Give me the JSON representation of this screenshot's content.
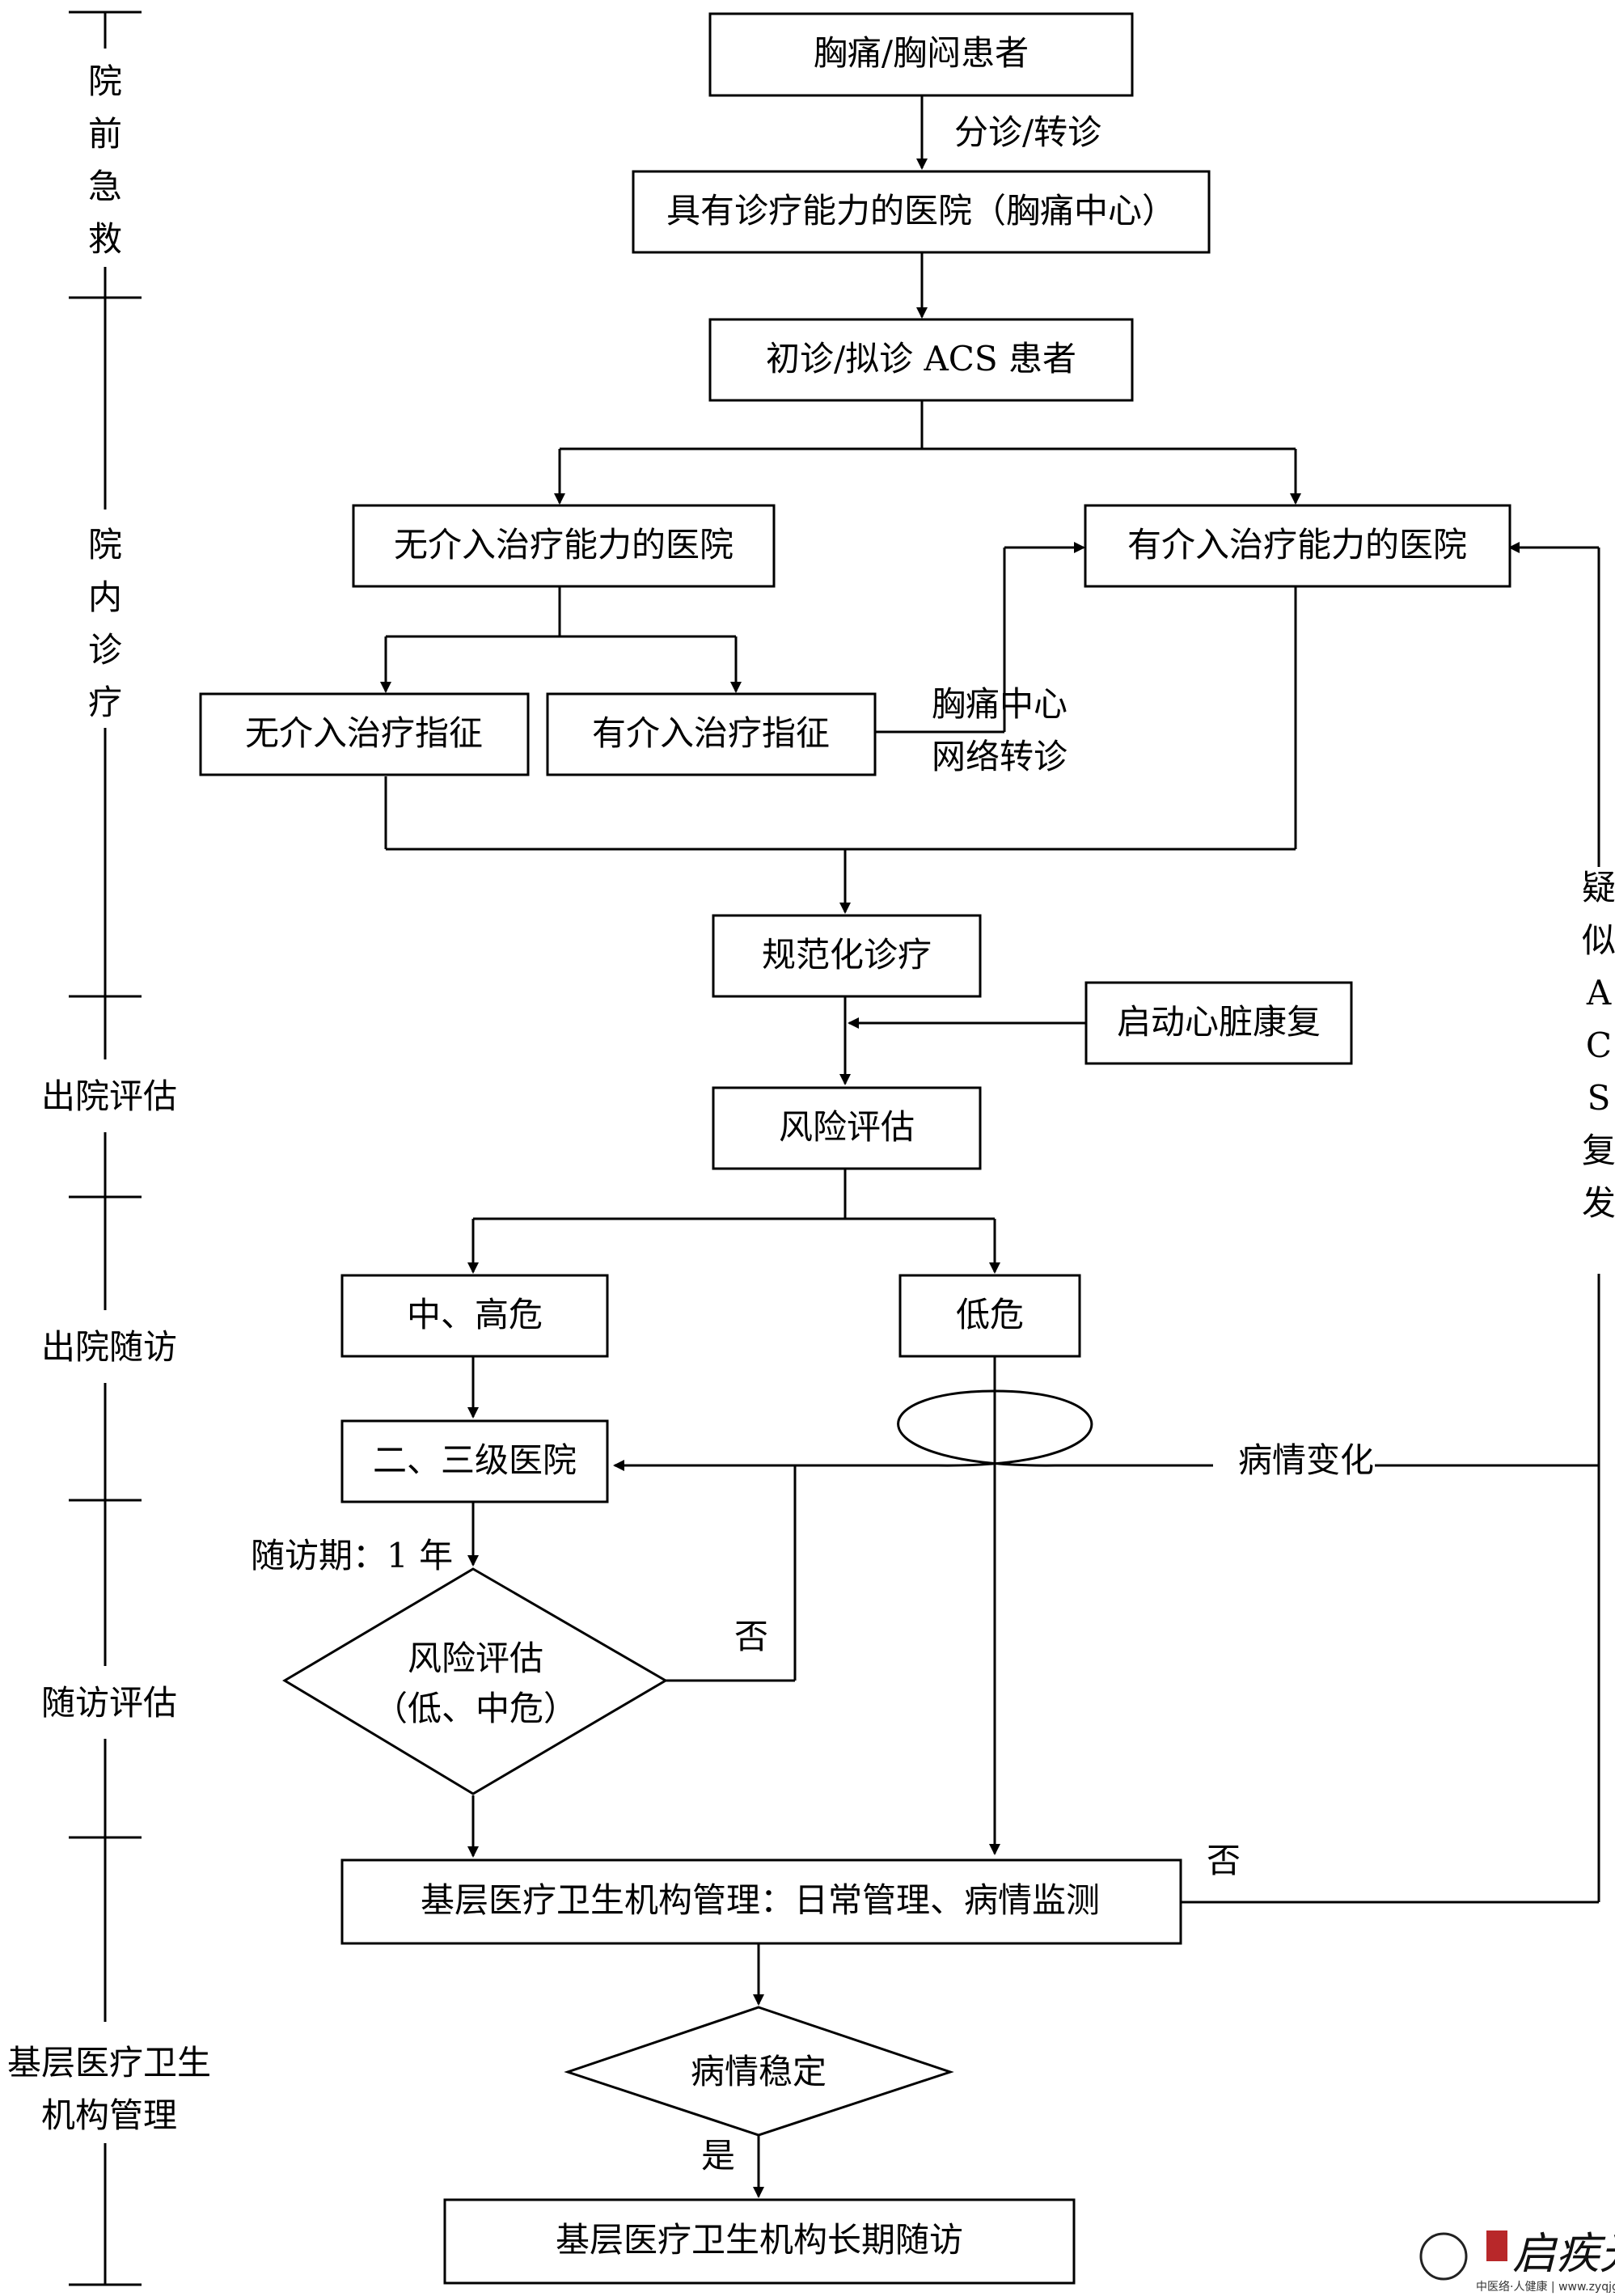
{
  "stages": {
    "prehospital": [
      "院",
      "前",
      "急",
      "救"
    ],
    "inhospital": [
      "院",
      "内",
      "诊",
      "疗"
    ],
    "discharge_eval": "出院评估",
    "discharge_followup": "出院随访",
    "followup_eval": "随访评估",
    "primary_care_line1": "基层医疗卫生",
    "primary_care_line2": "机构管理"
  },
  "nodes": {
    "patient": "胸痛/胸闷患者",
    "hospital_capable": "具有诊疗能力的医院（胸痛中心）",
    "initial_dx": "初诊/拟诊 ACS 患者",
    "no_pci_hospital": "无介入治疗能力的医院",
    "pci_hospital": "有介入治疗能力的医院",
    "no_pci_indication": "无介入治疗指征",
    "pci_indication": "有介入治疗指征",
    "standard_treatment": "规范化诊疗",
    "cardiac_rehab": "启动心脏康复",
    "risk_assessment": "风险评估",
    "mid_high_risk": "中、高危",
    "low_risk": "低危",
    "secondary_tertiary": "二、三级医院",
    "risk_eval_line1": "风险评估",
    "risk_eval_line2": "（低、中危）",
    "primary_management": "基层医疗卫生机构管理：日常管理、病情监测",
    "condition_stable": "病情稳定",
    "long_term_followup": "基层医疗卫生机构长期随访"
  },
  "edge_labels": {
    "triage": "分诊/转诊",
    "network_transfer_line1": "胸痛中心",
    "network_transfer_line2": "网络转诊",
    "condition_change": "病情变化",
    "followup_period": "随访期：1 年",
    "no_1": "否",
    "no_2": "否",
    "yes": "是",
    "acs_recurrence": [
      "疑",
      "似",
      "A",
      "C",
      "S",
      "复",
      "发"
    ]
  },
  "watermark": {
    "brand": "启疾光",
    "small": "中医络·人健康 | www.zyqjg.com"
  }
}
